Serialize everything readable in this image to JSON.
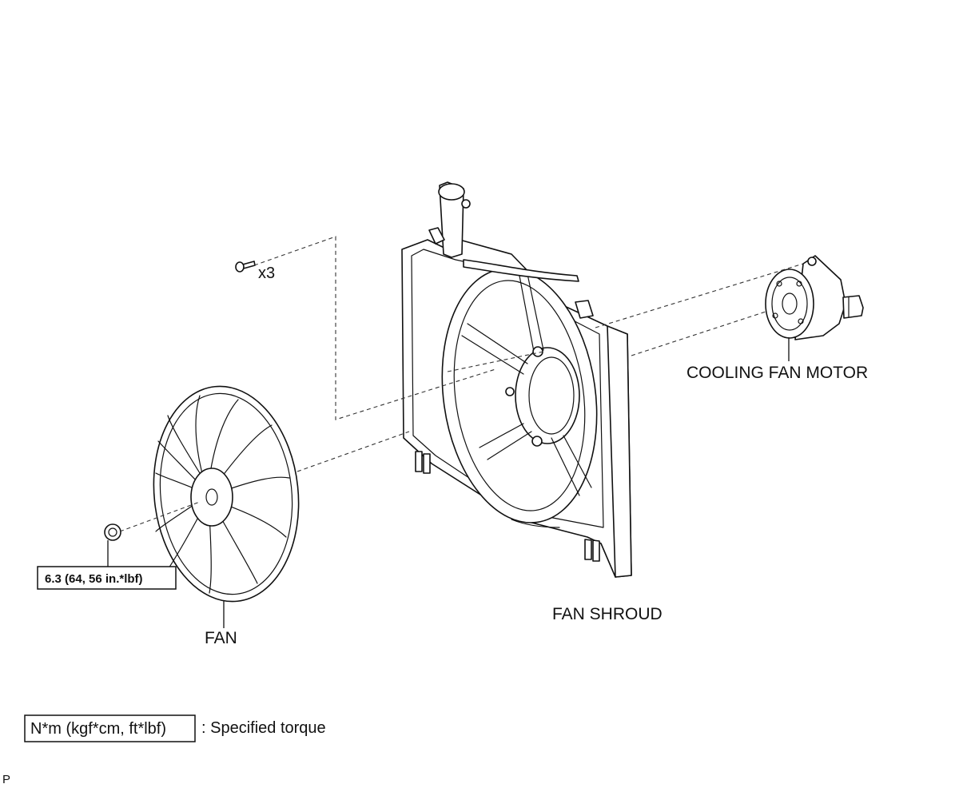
{
  "labels": {
    "bolt_qty": "x3",
    "cooling_fan_motor": "COOLING FAN MOTOR",
    "fan_shroud": "FAN SHROUD",
    "fan": "FAN",
    "nut_torque": "6.3 (64, 56 in.*lbf)"
  },
  "legend": {
    "unit_box": "N*m (kgf*cm, ft*lbf)",
    "description": ": Specified torque"
  },
  "reference_mark": "P"
}
